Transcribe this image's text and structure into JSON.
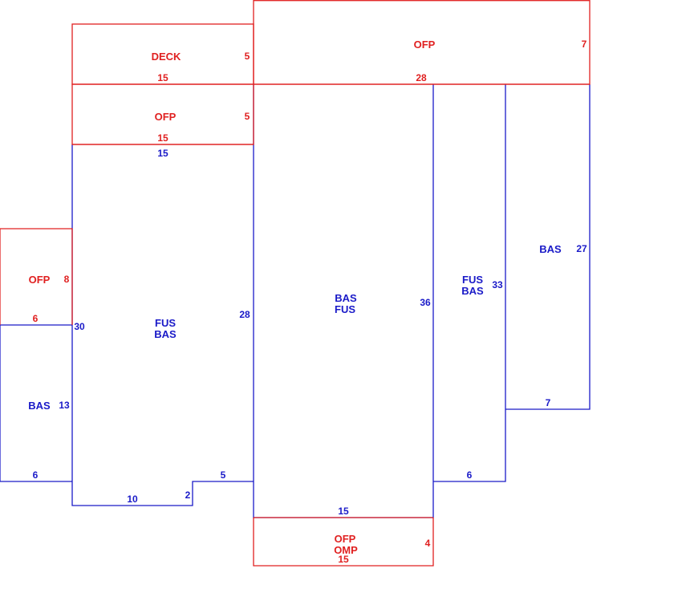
{
  "colors": {
    "addition": "#e02020",
    "living": "#1a1ac8",
    "background": "#ffffff"
  },
  "areas": {
    "deck": {
      "label": "DECK",
      "dims": [
        "5",
        "15"
      ]
    },
    "ofp_top": {
      "label": "OFP",
      "dims": [
        "7",
        "28"
      ]
    },
    "ofp_mid": {
      "label": "OFP",
      "dims": [
        "5",
        "15"
      ]
    },
    "ofp_left": {
      "label": "OFP",
      "dims": [
        "8",
        "6"
      ]
    },
    "ofp_bottom": {
      "label1": "OFP",
      "label2": "OMP",
      "dims": [
        "4",
        "15"
      ]
    },
    "fus_bas_left": {
      "label1": "FUS",
      "label2": "BAS",
      "dims": [
        "15",
        "30",
        "28",
        "5",
        "2",
        "10"
      ]
    },
    "bas_left": {
      "label": "BAS",
      "dims": [
        "13",
        "6"
      ]
    },
    "bas_fus_center": {
      "label1": "BAS",
      "label2": "FUS",
      "dims": [
        "36",
        "15"
      ]
    },
    "fus_bas_right": {
      "label1": "FUS",
      "label2": "BAS",
      "dims": [
        "33",
        "6"
      ]
    },
    "bas_right": {
      "label": "BAS",
      "dims": [
        "27",
        "7"
      ]
    }
  }
}
